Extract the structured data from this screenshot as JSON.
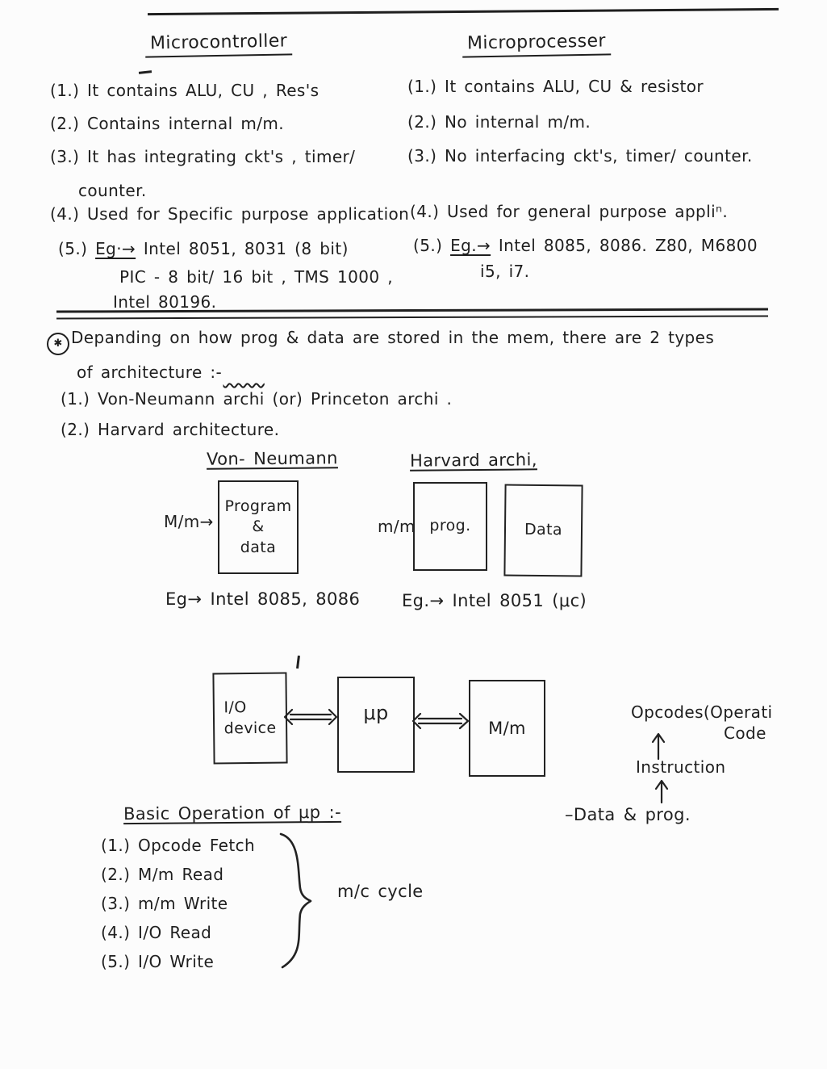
{
  "page_title": "Handwritten lecture notes: Microcontroller vs Microprocessor",
  "colors": {
    "ink": "#1f1f1f",
    "paper": "#fcfcfc"
  },
  "microcontroller": {
    "title": "Microcontroller",
    "item1": "(1.) It contains ALU, CU , Res's",
    "item2": "(2.) Contains internal m/m.",
    "item3a": "(3.) It has integrating ckt's , timer/",
    "item3b": "counter.",
    "item4": "(4.) Used for Specific purpose application",
    "item5_num": "(5.)",
    "item5_eg": "Eg·→",
    "item5_text": " Intel 8051, 8031 (8 bit)",
    "item5_line2": "PIC - 8 bit/ 16 bit , TMS 1000 ,",
    "item5_line3": "Intel 80196."
  },
  "microprocessor": {
    "title": "Microprocesser",
    "item1": "(1.) It contains ALU, CU & resistor",
    "item2": "(2.) No internal m/m.",
    "item3": "(3.) No interfacing ckt's, timer/ counter.",
    "item4": "(4.) Used for general purpose appliⁿ.",
    "item5_num": "(5.)",
    "item5_eg": "Eg.→",
    "item5_text": " Intel 8085, 8086. Z80, M6800",
    "item5_line2": "i5, i7."
  },
  "architecture": {
    "star": "✱",
    "intro_line1": "Depanding on how prog & data are stored in the mem, there are 2 types",
    "intro_line2": "of architecture :-",
    "item1_pre": "(1.) Von-Neumann ",
    "item1_over": "archi",
    "item1_post": " (or) Princeton archi .",
    "item2": "(2.) Harvard architecture."
  },
  "von_neumann": {
    "title": "Von- Neumann",
    "mm_label": "M/m→",
    "box_line1": "Program",
    "box_line2": "&",
    "box_line3": "data",
    "eg": "Eg→ Intel 8085, 8086"
  },
  "harvard": {
    "title": "Harvard archi,",
    "mm_label": "m/m",
    "box1": "prog.",
    "box2": "Data",
    "eg": "Eg.→ Intel 8051 (μc)"
  },
  "flow": {
    "box1_line1": "I/O",
    "box1_line2": "device",
    "box2": "μp",
    "box3": "M/m",
    "chain_top1": "Opcodes(Operati",
    "chain_top2": "Code",
    "chain_mid": "Instruction",
    "chain_bottom": "–Data & prog."
  },
  "basic_ops": {
    "title": "Basic Operation of μp :-",
    "item1": "(1.) Opcode Fetch",
    "item2": "(2.) M/m Read",
    "item3": "(3.) m/m Write",
    "item4": "(4.) I/O Read",
    "item5": "(5.) I/O Write",
    "brace_label": "m/c cycle"
  }
}
